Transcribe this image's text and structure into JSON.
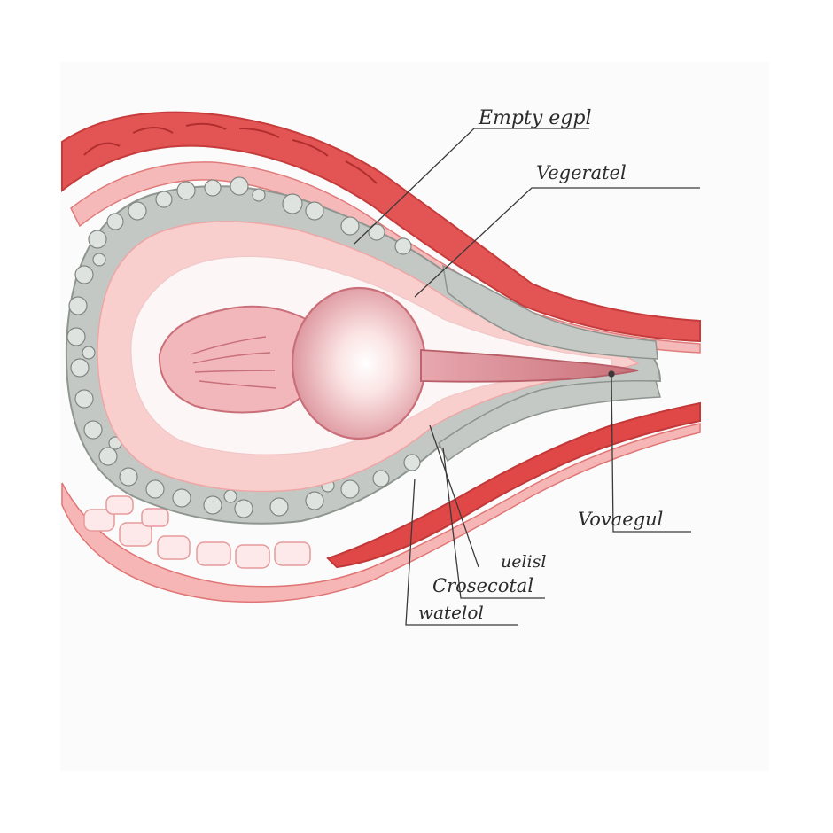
{
  "labels": {
    "empty": "Empty egpl",
    "vegeratel": "Vegeratel",
    "vovaegul": "Vovaegul",
    "nelisl": "uelisl",
    "crosecotal": "Crosecotal",
    "watelol": "watelol"
  },
  "colors": {
    "outer_wall": "#e24f4f",
    "outer_wall_light": "#f4a3a3",
    "granular": "#b7bdb8",
    "pink_layer": "#f7c7c6",
    "inner_body": "#d98a93",
    "ink": "#2b2b2b"
  }
}
